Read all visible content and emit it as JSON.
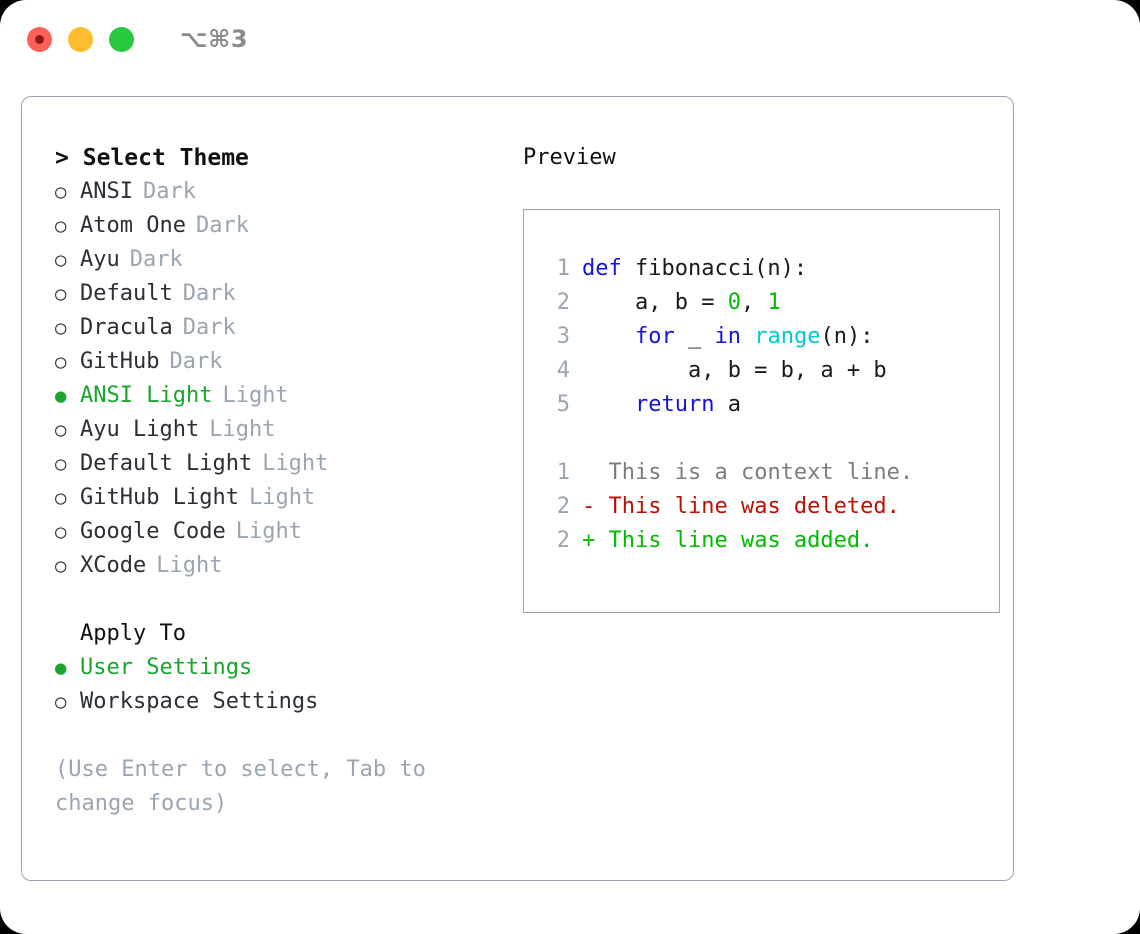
{
  "titlebar": {
    "shortcut": "⌥⌘3",
    "buttons": [
      {
        "name": "close",
        "color": "#ff6058"
      },
      {
        "name": "minimize",
        "color": "#fdbd2e"
      },
      {
        "name": "maximize",
        "color": "#28c83f"
      }
    ]
  },
  "theme_picker": {
    "heading_caret": ">",
    "heading": "Select Theme",
    "selected_bullet": "●",
    "unselected_bullet": "○",
    "options": [
      {
        "label": "ANSI",
        "suffix": "Dark",
        "selected": false
      },
      {
        "label": "Atom One",
        "suffix": "Dark",
        "selected": false
      },
      {
        "label": "Ayu",
        "suffix": "Dark",
        "selected": false
      },
      {
        "label": "Default",
        "suffix": "Dark",
        "selected": false
      },
      {
        "label": "Dracula",
        "suffix": "Dark",
        "selected": false
      },
      {
        "label": "GitHub",
        "suffix": "Dark",
        "selected": false
      },
      {
        "label": "ANSI Light",
        "suffix": "Light",
        "selected": true
      },
      {
        "label": "Ayu Light",
        "suffix": "Light",
        "selected": false
      },
      {
        "label": "Default Light",
        "suffix": "Light",
        "selected": false
      },
      {
        "label": "GitHub Light",
        "suffix": "Light",
        "selected": false
      },
      {
        "label": "Google Code",
        "suffix": "Light",
        "selected": false
      },
      {
        "label": "XCode",
        "suffix": "Light",
        "selected": false
      }
    ]
  },
  "apply_to": {
    "heading": "Apply To",
    "options": [
      {
        "label": "User Settings",
        "selected": true
      },
      {
        "label": "Workspace Settings",
        "selected": false
      }
    ]
  },
  "hint": "(Use Enter to select, Tab to change focus)",
  "preview": {
    "title": "Preview",
    "code_lines": [
      {
        "no": "1",
        "segments": [
          {
            "t": "def ",
            "c": "tok-kw"
          },
          {
            "t": "fibonacci(n):",
            "c": "code-text"
          }
        ]
      },
      {
        "no": "2",
        "segments": [
          {
            "t": "    a, b = ",
            "c": "code-text"
          },
          {
            "t": "0",
            "c": "tok-num"
          },
          {
            "t": ", ",
            "c": "code-text"
          },
          {
            "t": "1",
            "c": "tok-num"
          }
        ]
      },
      {
        "no": "3",
        "segments": [
          {
            "t": "    ",
            "c": "code-text"
          },
          {
            "t": "for",
            "c": "tok-kw"
          },
          {
            "t": " _ ",
            "c": "code-text"
          },
          {
            "t": "in",
            "c": "tok-kw"
          },
          {
            "t": " ",
            "c": "code-text"
          },
          {
            "t": "range",
            "c": "tok-fn"
          },
          {
            "t": "(n):",
            "c": "code-text"
          }
        ]
      },
      {
        "no": "4",
        "segments": [
          {
            "t": "        a, b = b, a + b",
            "c": "code-text"
          }
        ]
      },
      {
        "no": "5",
        "segments": [
          {
            "t": "    ",
            "c": "code-text"
          },
          {
            "t": "return",
            "c": "tok-kw"
          },
          {
            "t": " a",
            "c": "code-text"
          }
        ]
      }
    ],
    "diff_lines": [
      {
        "no": "1",
        "marker": "  ",
        "text": "This is a context line.",
        "kind": "diff-ctx"
      },
      {
        "no": "2",
        "marker": "- ",
        "text": "This line was deleted.",
        "kind": "diff-del"
      },
      {
        "no": "2",
        "marker": "+ ",
        "text": "This line was added.",
        "kind": "diff-add"
      }
    ]
  },
  "colors": {
    "accent_green": "#18a62c",
    "muted": "#9aa5b1",
    "keyword_blue": "#1414e0",
    "number_green": "#00bb00",
    "function_cyan": "#00cccc",
    "diff_deleted": "#bb1100",
    "diff_added": "#00bb00",
    "border": "#9aa5b1"
  }
}
